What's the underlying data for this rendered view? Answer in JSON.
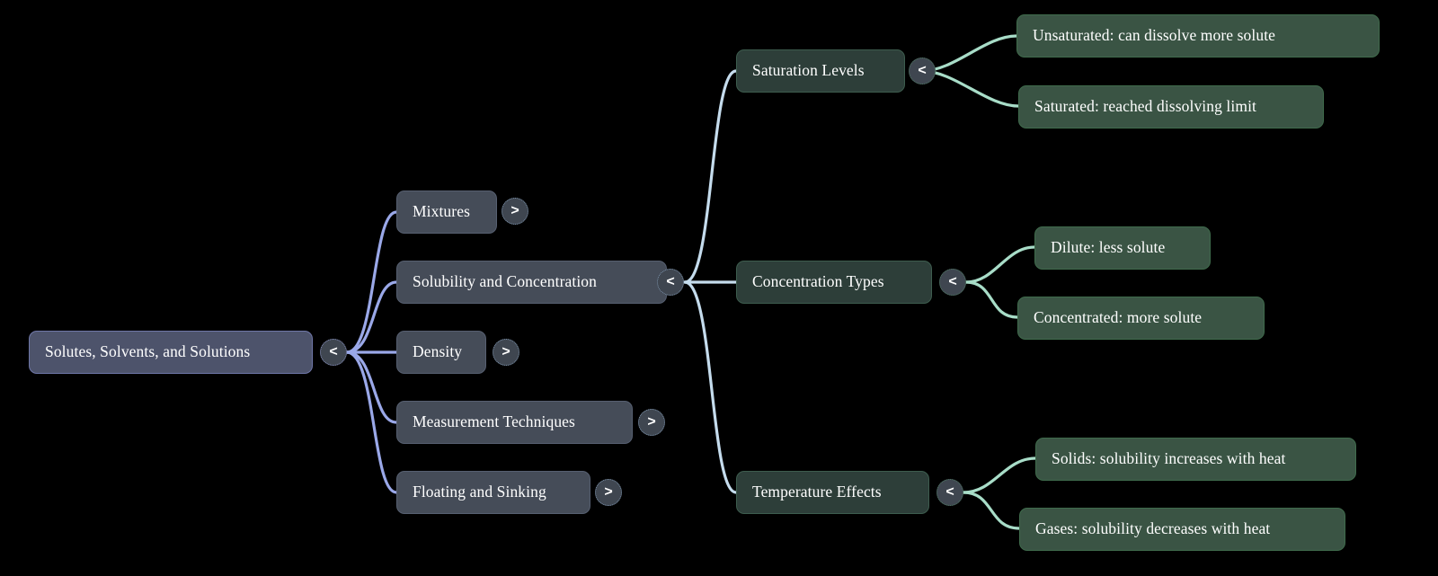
{
  "diagram": {
    "type": "mindmap",
    "title": "Solutes, Solvents, and Solutions",
    "background": "#000000",
    "colors": {
      "root_fill": "#4d536b",
      "root_border": "#6f77a8",
      "level1_fill": "#454c58",
      "level1_border": "#565f70",
      "level2_fill": "#2d3e39",
      "level2_border": "#3d5c4e",
      "leaf_fill": "#3a5444",
      "leaf_border": "#3f6b4c",
      "edge_root": "#9aa8e8",
      "edge_blue": "#c5dced",
      "edge_green": "#a8ddc8",
      "toggle_fill": "#3f4650",
      "text": "#ffffff"
    },
    "toggle_expanded_glyph": "<",
    "toggle_collapsed_glyph": ">"
  },
  "root": {
    "label": "Solutes, Solvents, and Solutions",
    "state": "expanded",
    "toggle": "<"
  },
  "level1": [
    {
      "label": "Mixtures",
      "state": "collapsed",
      "toggle": ">"
    },
    {
      "label": "Solubility and Concentration",
      "state": "expanded",
      "toggle": "<"
    },
    {
      "label": "Density",
      "state": "collapsed",
      "toggle": ">"
    },
    {
      "label": "Measurement Techniques",
      "state": "collapsed",
      "toggle": ">"
    },
    {
      "label": "Floating and Sinking",
      "state": "collapsed",
      "toggle": ">"
    }
  ],
  "level2": [
    {
      "label": "Saturation Levels",
      "state": "expanded",
      "toggle": "<",
      "children": [
        {
          "label": "Unsaturated: can dissolve more solute"
        },
        {
          "label": "Saturated: reached dissolving limit"
        }
      ]
    },
    {
      "label": "Concentration Types",
      "state": "expanded",
      "toggle": "<",
      "children": [
        {
          "label": "Dilute: less solute"
        },
        {
          "label": "Concentrated: more solute"
        }
      ]
    },
    {
      "label": "Temperature Effects",
      "state": "expanded",
      "toggle": "<",
      "children": [
        {
          "label": "Solids: solubility increases with heat"
        },
        {
          "label": "Gases: solubility decreases with heat"
        }
      ]
    }
  ]
}
